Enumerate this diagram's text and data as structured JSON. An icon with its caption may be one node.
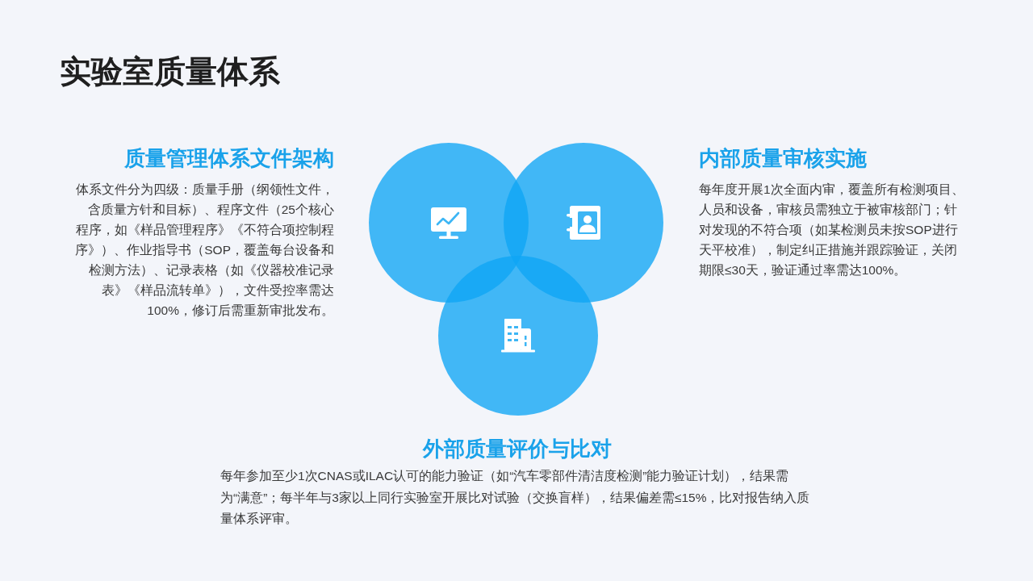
{
  "diagram": {
    "title": "实验室质量体系",
    "nodes": [
      {
        "text": [],
        "shape": "circle",
        "beside": [
          "质量管理体系文件架构",
          "体系文件分为四级：质量手册（纲领性文件，含质量方针和目标）、程序文件（25个核心程序，如《样品管理程序》《不符合项控制程序》）、作业指导书（SOP，覆盖每台设备和检测方法）、记录表格（如《仪器校准记录表》《样品流转单》），文件受控率需达100%，修订后需重新审批发布。"
        ]
      },
      {
        "text": [],
        "shape": "circle",
        "beside": [
          "内部质量审核实施",
          "每年度开展1次全面内审，覆盖所有检测项目、人员和设备，审核员需独立于被审核部门；针对发现的不符合项（如某检测员未按SOP进行天平校准），制定纠正措施并跟踪验证，关闭期限≤30天，验证通过率需达100%。"
        ]
      },
      {
        "text": [],
        "shape": "circle",
        "beside": [
          "外部质量评价与比对",
          "每年参加至少1次CNAS或ILAC认可的能力验证（如“汽车零部件清洁度检测”能力验证计划），结果需为“满意”；每半年与3家以上同行实验室开展比对试验（交换盲样），结果偏差需≤15%，比对报告纳入质量体系评审。"
        ]
      }
    ],
    "edges": []
  }
}
